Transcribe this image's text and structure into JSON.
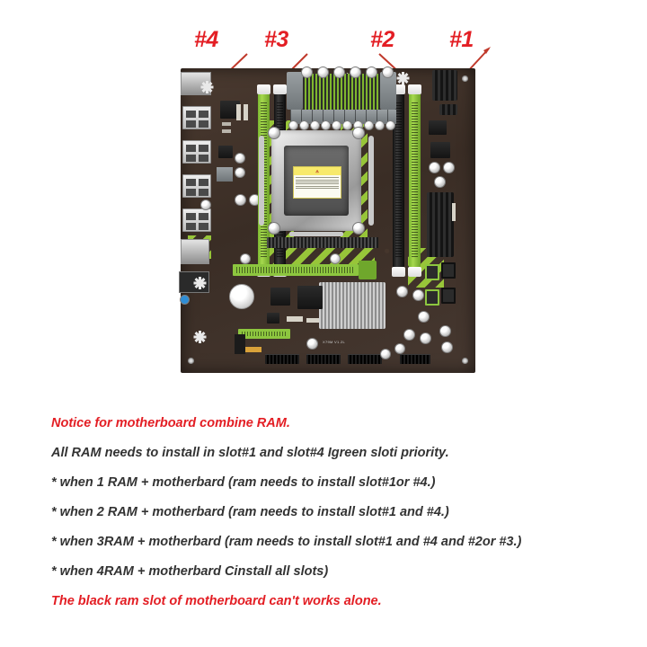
{
  "page": {
    "background_color": "#ffffff",
    "accent_red": "#E31E24",
    "body_text_color": "#333333",
    "pcb_color": "#3b2f28",
    "slot_green": "#8dc63f",
    "slot_black": "#111111"
  },
  "callouts": [
    {
      "label": "#4",
      "slot_color": "green",
      "points_to": "ram-slot-4"
    },
    {
      "label": "#3",
      "slot_color": "black",
      "points_to": "ram-slot-3"
    },
    {
      "label": "#2",
      "slot_color": "black",
      "points_to": "ram-slot-2"
    },
    {
      "label": "#1",
      "slot_color": "green",
      "points_to": "ram-slot-1"
    }
  ],
  "board": {
    "type": "motherboard-photo",
    "form_factor": "micro-ATX",
    "ram_slots": [
      {
        "name": "#4",
        "color": "green"
      },
      {
        "name": "#3",
        "color": "black"
      },
      {
        "name": "#2",
        "color": "black"
      },
      {
        "name": "#1",
        "color": "green"
      }
    ],
    "socket_sticker_warning": "⚠",
    "silkscreen": "X79M V1.2L"
  },
  "notice": {
    "lines": [
      {
        "text": "Notice for motherboard combine RAM.",
        "color": "red"
      },
      {
        "text": "All RAM needs to install in slot#1 and slot#4 Igreen sloti priority.",
        "color": "dark"
      },
      {
        "text": "* when 1 RAM + motherbard (ram needs to install slot#1or #4.)",
        "color": "dark"
      },
      {
        "text": "* when 2 RAM + motherbard (ram needs to install slot#1 and #4.)",
        "color": "dark"
      },
      {
        "text": "* when 3RAM + motherbard (ram needs to install slot#1 and #4 and #2or #3.)",
        "color": "dark"
      },
      {
        "text": "* when 4RAM + motherbard Cinstall all slots)",
        "color": "dark"
      },
      {
        "text": "The black ram slot of motherboard can't works alone.",
        "color": "red"
      }
    ]
  }
}
